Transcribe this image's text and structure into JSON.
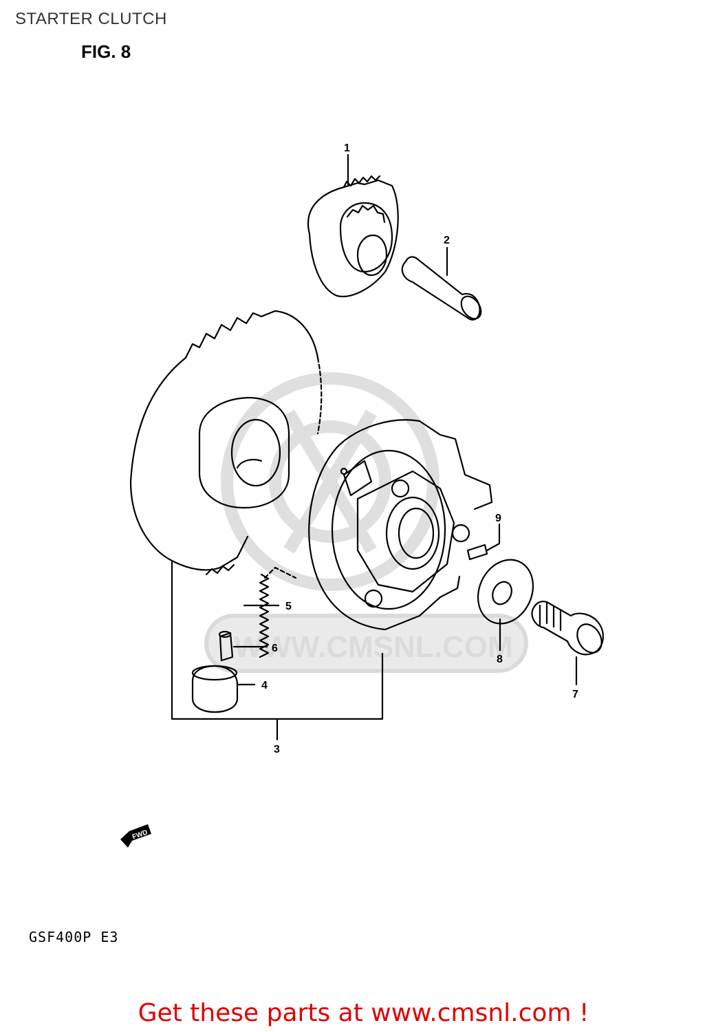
{
  "header": {
    "title": "STARTER CLUTCH",
    "figure": "FIG. 8"
  },
  "watermark": {
    "text": "WWW.CMSNL.COM",
    "emblem": "cms-logo-icon"
  },
  "callouts": [
    {
      "id": "1",
      "label": "1"
    },
    {
      "id": "2",
      "label": "2"
    },
    {
      "id": "3",
      "label": "3"
    },
    {
      "id": "4",
      "label": "4"
    },
    {
      "id": "5",
      "label": "5"
    },
    {
      "id": "6",
      "label": "6"
    },
    {
      "id": "7",
      "label": "7"
    },
    {
      "id": "8",
      "label": "8"
    },
    {
      "id": "9",
      "label": "9"
    }
  ],
  "fwd_marker": "FWD",
  "model": "GSF400P E3",
  "footer": {
    "link_text": "Get these parts at www.cmsnl.com !"
  },
  "colors": {
    "line": "#000000",
    "watermark": "#d8d8d8",
    "footer": "#e00000"
  }
}
